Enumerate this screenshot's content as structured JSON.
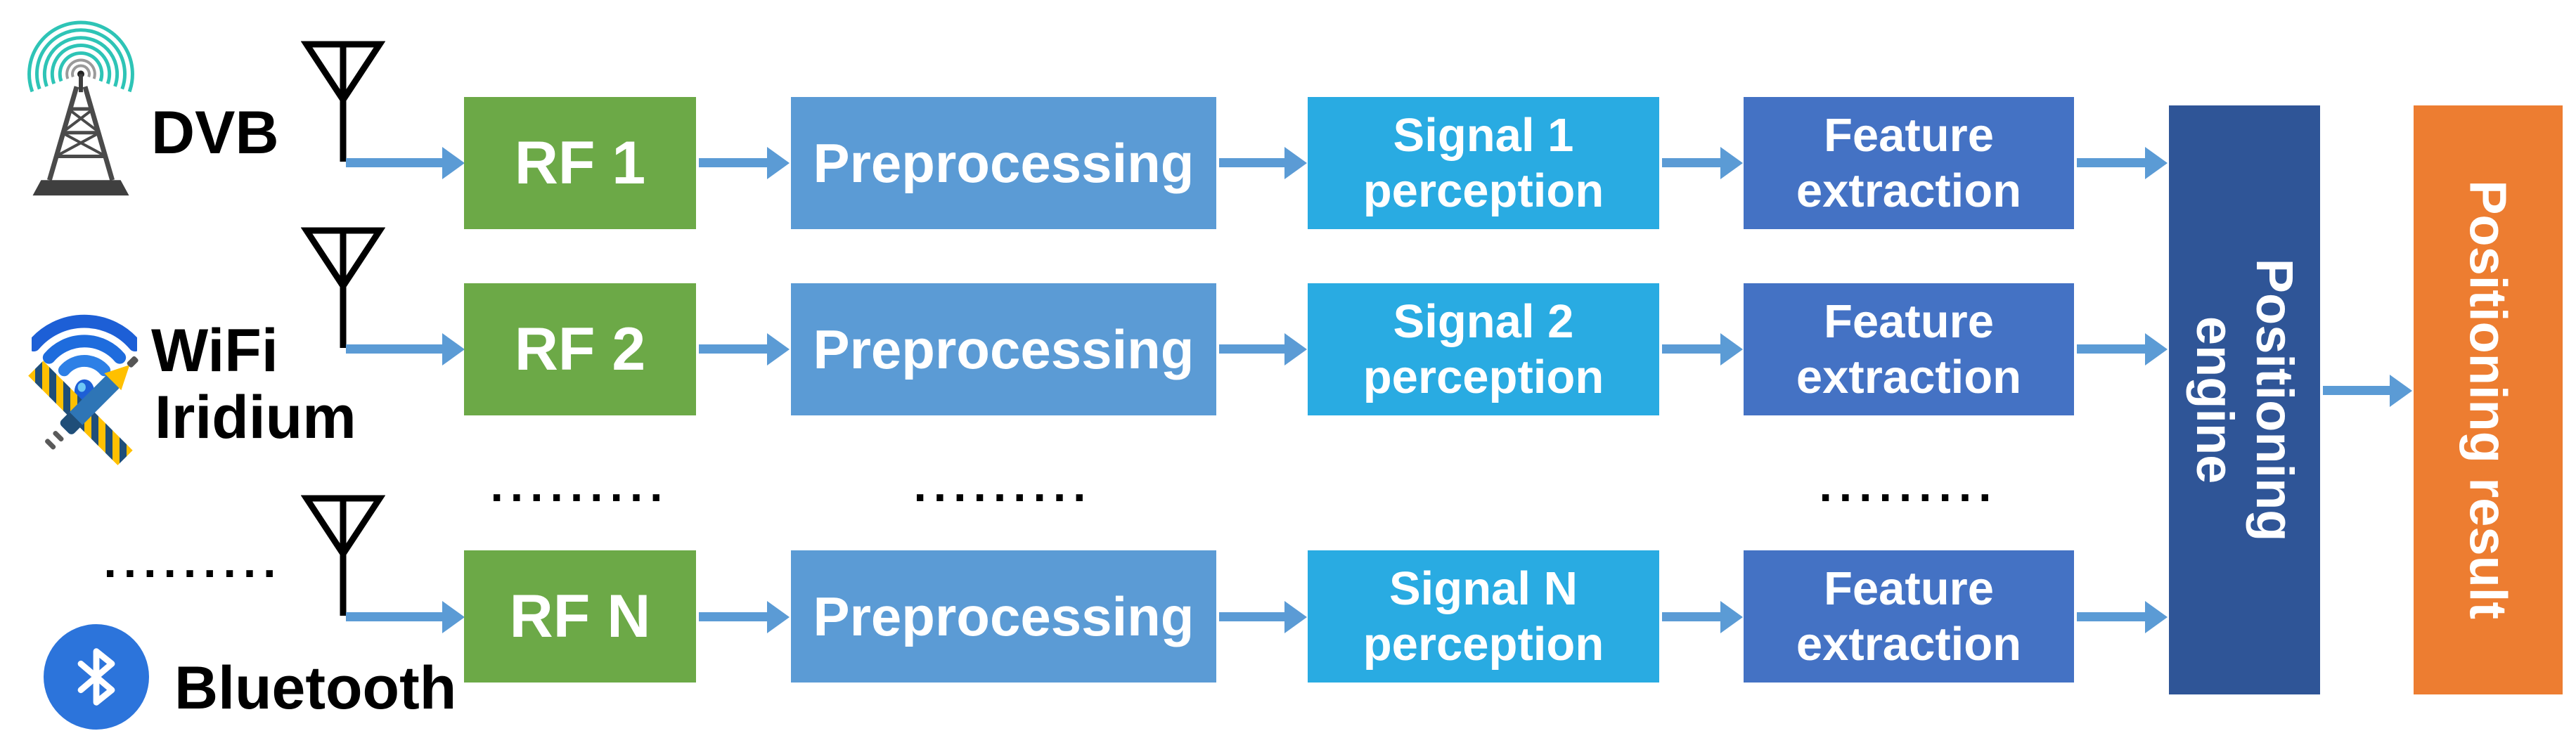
{
  "diagram": "multi-signal-positioning-pipeline",
  "sources": [
    {
      "label": "DVB",
      "icon": "broadcast-tower-icon"
    },
    {
      "label": "WiFi",
      "icon": "wifi-icon"
    },
    {
      "label": "Iridium",
      "icon": "iridium-satellite-icon"
    },
    {
      "label": "Bluetooth",
      "icon": "bluetooth-icon"
    }
  ],
  "ellipsis": ".........",
  "rows": [
    {
      "rf": "RF 1",
      "preprocessing": "Preprocessing",
      "perception_line1": "Signal 1",
      "perception_line2": "perception",
      "feature_line1": "Feature",
      "feature_line2": "extraction"
    },
    {
      "rf": "RF 2",
      "preprocessing": "Preprocessing",
      "perception_line1": "Signal 2",
      "perception_line2": "perception",
      "feature_line1": "Feature",
      "feature_line2": "extraction"
    },
    {
      "rf": "RF N",
      "preprocessing": "Preprocessing",
      "perception_line1": "Signal N",
      "perception_line2": "perception",
      "feature_line1": "Feature",
      "feature_line2": "extraction"
    }
  ],
  "engine": {
    "line1": "Positioning",
    "line2": "engine"
  },
  "result": {
    "label": "Positioning result"
  },
  "colors": {
    "rf_green": "#6CA947",
    "preprocessing_blue": "#5B9BD5",
    "perception_cyan": "#29ABE2",
    "feature_blue": "#4472C4",
    "engine_navy": "#2F5597",
    "result_orange": "#ED7D31",
    "arrow_blue": "#5B9BD5",
    "bluetooth_blue": "#2C74DB",
    "wifi_blue": "#1D5FD6",
    "tower_wave_teal": "#2EC4B6",
    "satellite_panel_yellow": "#FFC000",
    "satellite_body_blue": "#2E75B6"
  }
}
